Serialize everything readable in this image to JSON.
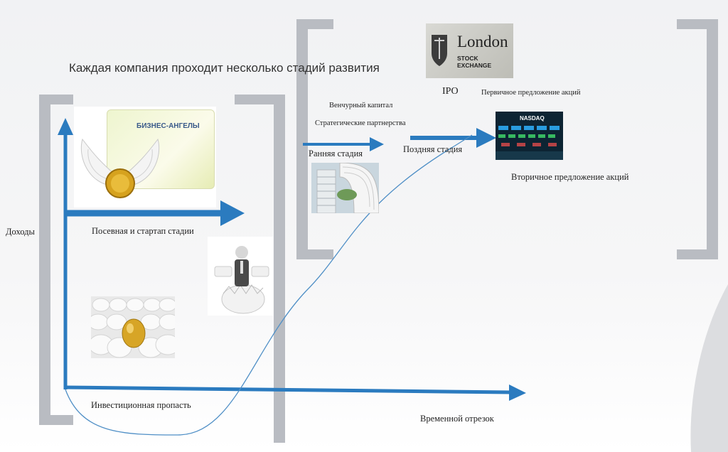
{
  "title": "Каждая компания проходит несколько стадий развития",
  "axes": {
    "y_label": "Доходы",
    "x_label": "Временной отрезок"
  },
  "stages": {
    "seed": "Посевная и стартап стадии",
    "gap": "Инвестиционная пропасть",
    "early": "Ранняя стадия",
    "late": "Поздняя стадия",
    "ipo": "IPO",
    "secondary": "Вторичное предложение акций"
  },
  "funding": {
    "venture": "Венчурный капитал",
    "strategic": "Стратегические партнерства",
    "primary_offering": "Первичное предложение акций"
  },
  "images": {
    "angels_card": "БИЗНЕС-АНГЕЛЫ",
    "lse_line1": "London",
    "lse_line2": "STOCK EXCHANGE",
    "nasdaq": "NASDAQ"
  },
  "colors": {
    "arrow_blue": "#2b7bbf",
    "curve_blue": "#4f8fc6",
    "bracket_gray": "#b9bcc2"
  }
}
